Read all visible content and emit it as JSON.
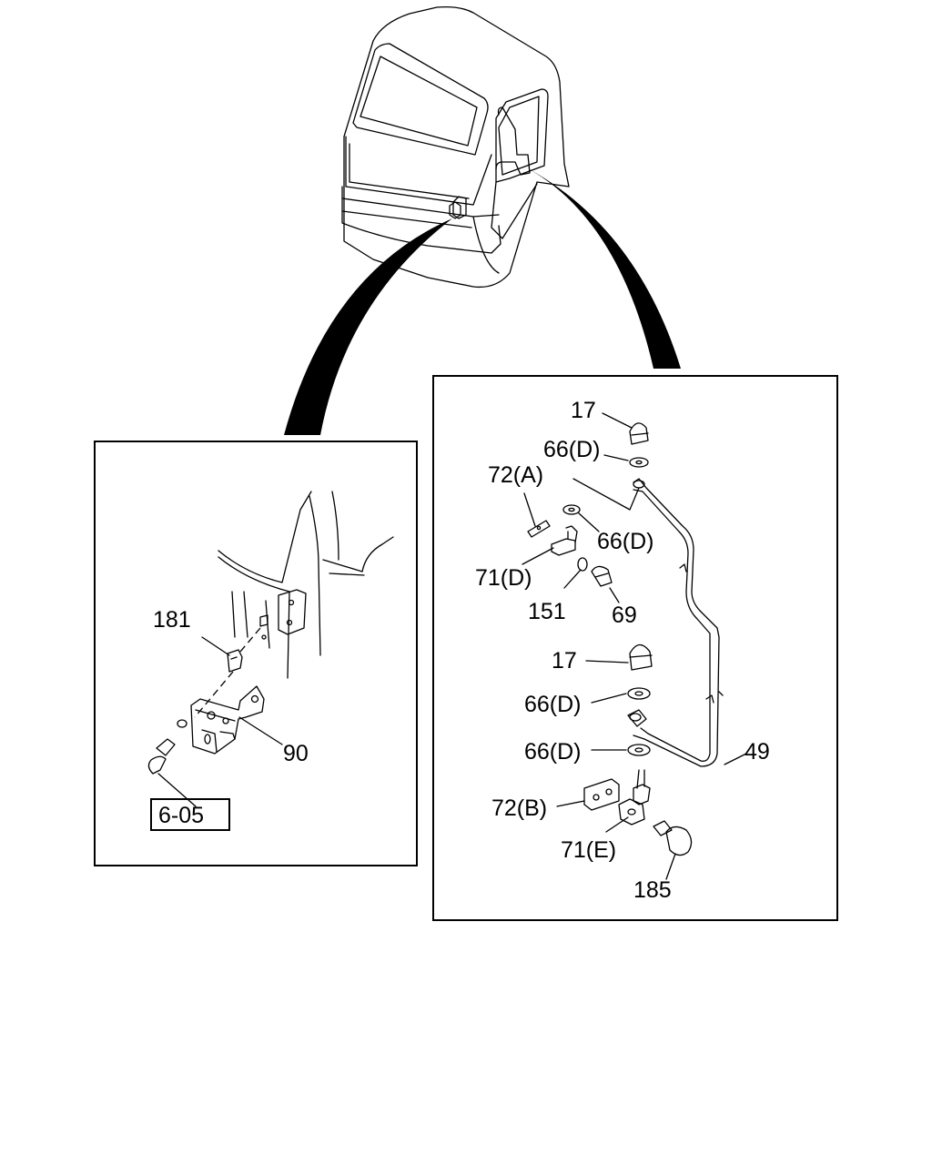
{
  "left_inset": {
    "labels": {
      "p181": "181",
      "p90": "90",
      "p6_05": "6-05"
    }
  },
  "right_inset": {
    "labels": {
      "p17_top": "17",
      "p66d_1": "66(D)",
      "p72a": "72(A)",
      "p66d_2": "66(D)",
      "p71d": "71(D)",
      "p151": "151",
      "p69": "69",
      "p17_mid": "17",
      "p66d_3": "66(D)",
      "p66d_4": "66(D)",
      "p49": "49",
      "p72b": "72(B)",
      "p71e": "71(E)",
      "p185": "185"
    }
  }
}
